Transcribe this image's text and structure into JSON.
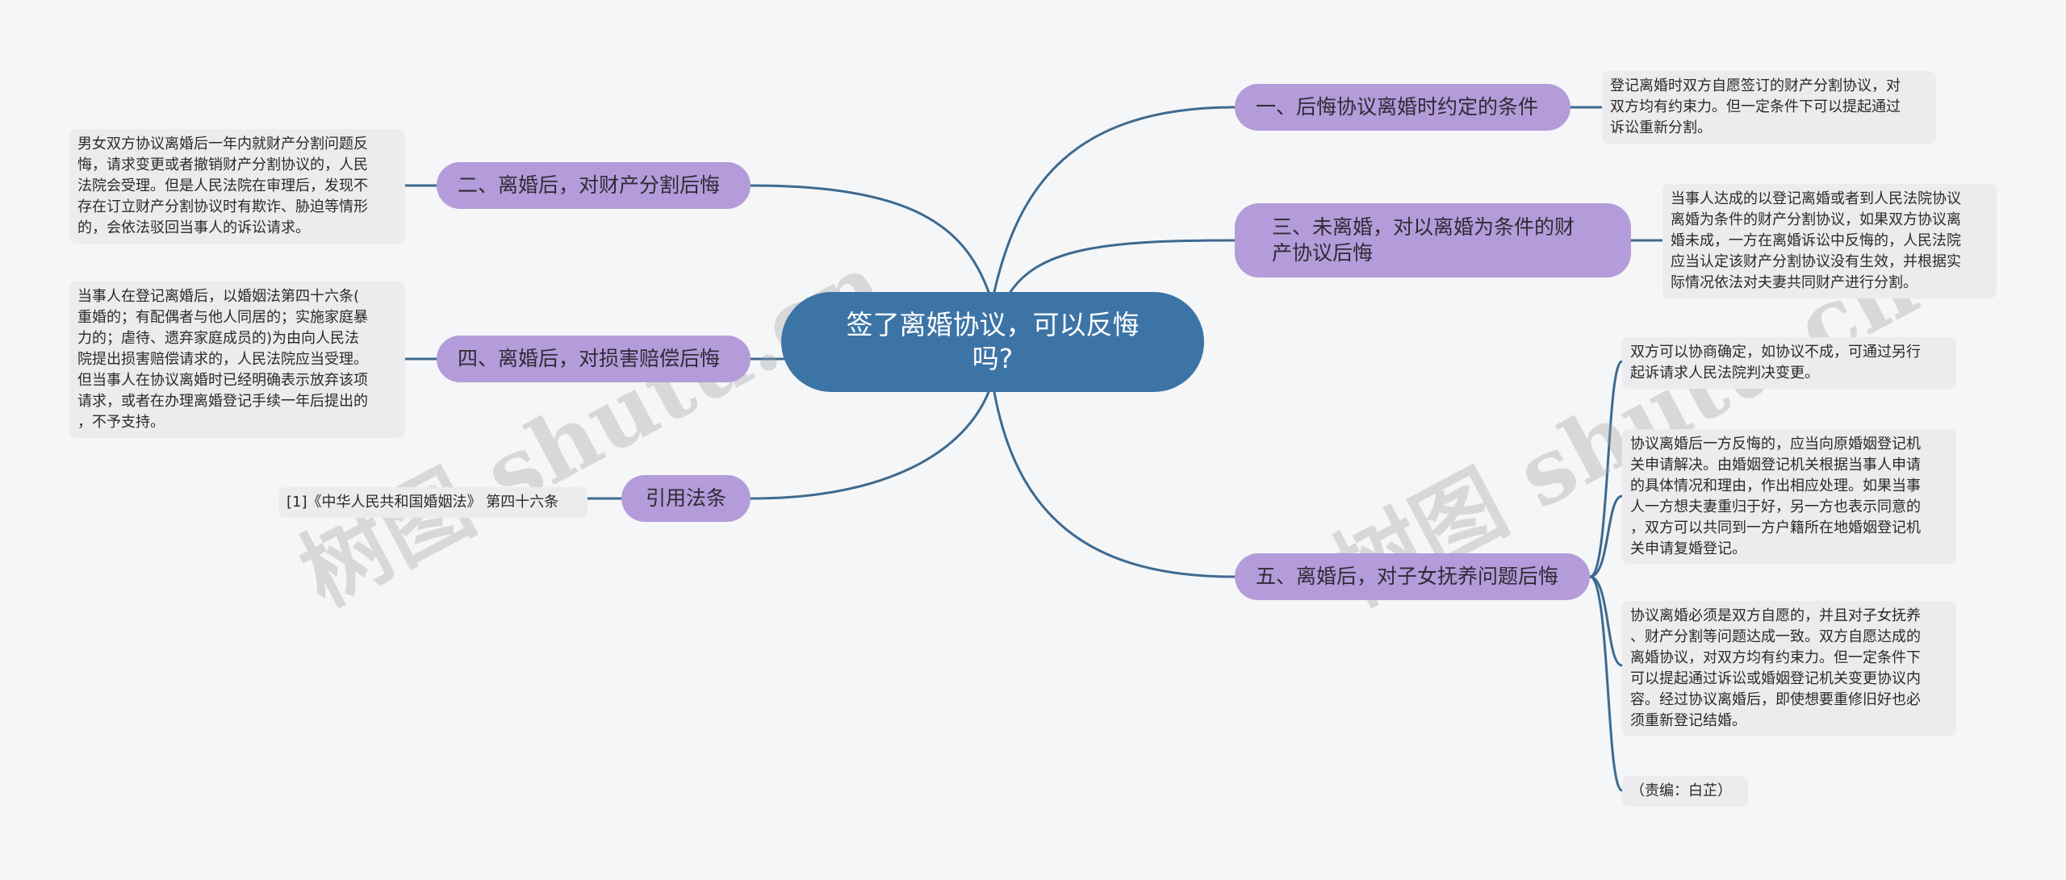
{
  "center": {
    "label": "签了离婚协议，可以反悔吗?"
  },
  "branches": {
    "b1": {
      "label": "一、后悔协议离婚时约定的条件"
    },
    "b2": {
      "label": "二、离婚后，对财产分割后悔"
    },
    "b3": {
      "label": "三、未离婚，对以离婚为条件的财产协议后悔"
    },
    "b4": {
      "label": "四、离婚后，对损害赔偿后悔"
    },
    "b5": {
      "label": "五、离婚后，对子女抚养问题后悔"
    },
    "b6": {
      "label": "引用法条"
    }
  },
  "leaves": {
    "b1_l1": "登记离婚时双方自愿签订的财产分割协议，对\n双方均有约束力。但一定条件下可以提起通过\n诉讼重新分割。",
    "b2_l1": "男女双方协议离婚后一年内就财产分割问题反\n悔，请求变更或者撤销财产分割协议的，人民\n法院会受理。但是人民法院在审理后，发现不\n存在订立财产分割协议时有欺诈、胁迫等情形\n的，会依法驳回当事人的诉讼请求。",
    "b3_l1": "当事人达成的以登记离婚或者到人民法院协议\n离婚为条件的财产分割协议，如果双方协议离\n婚未成，一方在离婚诉讼中反悔的，人民法院\n应当认定该财产分割协议没有生效，并根据实\n际情况依法对夫妻共同财产进行分割。",
    "b4_l1": "当事人在登记离婚后，以婚姻法第四十六条(\n重婚的；有配偶者与他人同居的；实施家庭暴\n力的；虐待、遗弃家庭成员的)为由向人民法\n院提出损害赔偿请求的，人民法院应当受理。\n但当事人在协议离婚时已经明确表示放弃该项\n请求，或者在办理离婚登记手续一年后提出的\n，不予支持。",
    "b5_l1": "双方可以协商确定，如协议不成，可通过另行\n起诉请求人民法院判决变更。",
    "b5_l2": "协议离婚后一方反悔的，应当向原婚姻登记机\n关申请解决。由婚姻登记机关根据当事人申请\n的具体情况和理由，作出相应处理。如果当事\n人一方想夫妻重归于好，另一方也表示同意的\n，双方可以共同到一方户籍所在地婚姻登记机\n关申请复婚登记。",
    "b5_l3": "协议离婚必须是双方自愿的，并且对子女抚养\n、财产分割等问题达成一致。双方自愿达成的\n离婚协议，对双方均有约束力。但一定条件下\n可以提起通过诉讼或婚姻登记机关变更协议内\n容。经过协议离婚后，即使想要重修旧好也必\n须重新登记结婚。",
    "b5_l4": "（责编：白芷）",
    "b6_l1": "[1]《中华人民共和国婚姻法》 第四十六条"
  },
  "watermarks": [
    "树图 shutu.cn",
    "树图 shutu.cn"
  ],
  "colors": {
    "link": "#3d6a91",
    "center": "#3d74a6",
    "branch": "#b49bd9",
    "leaf": "#ececee"
  }
}
